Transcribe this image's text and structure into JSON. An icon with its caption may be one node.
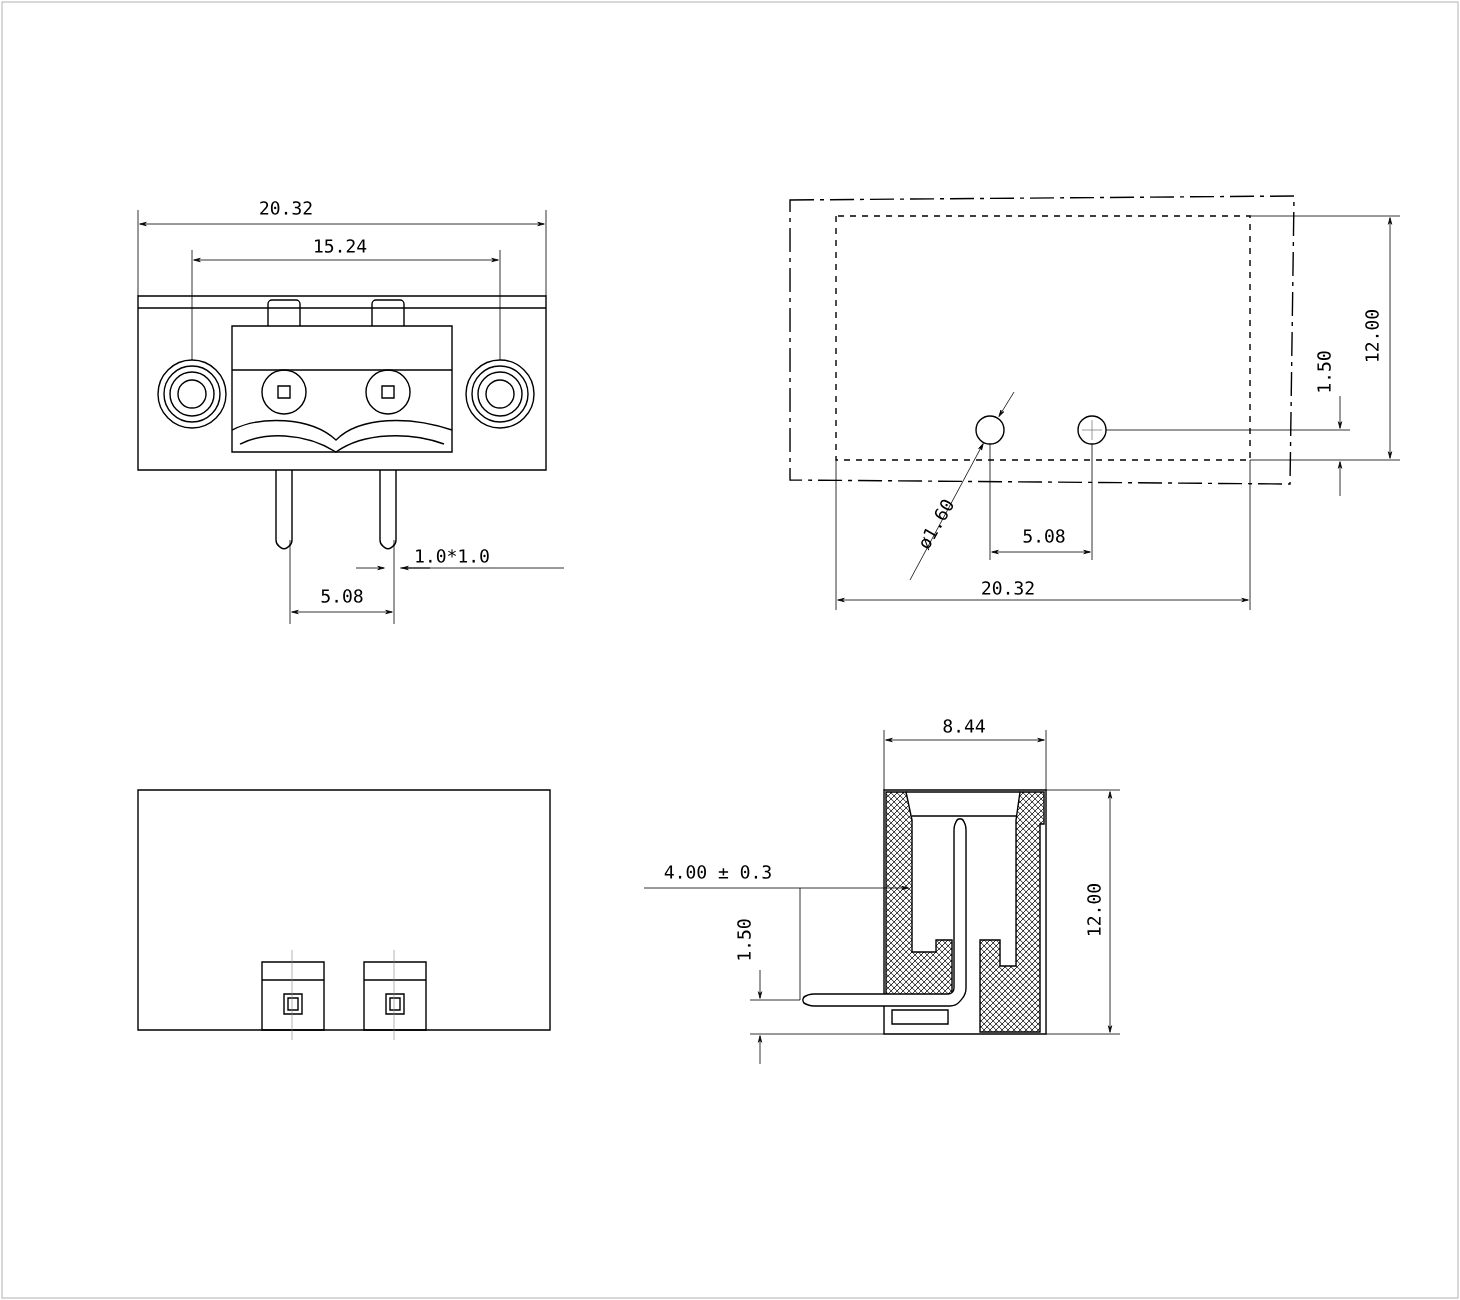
{
  "diagram": {
    "labels": [
      "20.32",
      "15.24",
      "12.00",
      "1.50",
      "ø1.60",
      "1.0*1.0",
      "5.08",
      "5.08",
      "20.32",
      "8.44",
      "4.00 ± 0.3",
      "1.50",
      "12.00"
    ]
  }
}
